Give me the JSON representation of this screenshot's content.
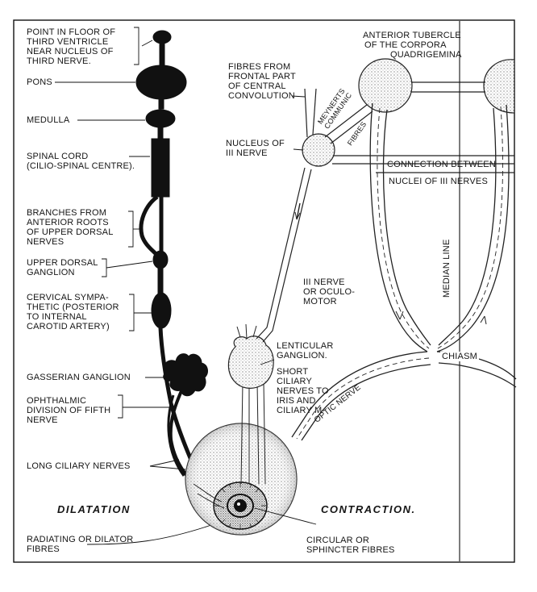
{
  "labels": {
    "point_floor": [
      "POINT IN FLOOR OF",
      "THIRD VENTRICLE",
      "NEAR NUCLEUS OF",
      "THIRD NERVE."
    ],
    "pons": "PONS",
    "medulla": "MEDULLA",
    "spinal_cord": [
      "SPINAL CORD",
      "(CILIO-SPINAL CENTRE)."
    ],
    "branches": [
      "BRANCHES FROM",
      "ANTERIOR ROOTS",
      "OF UPPER DORSAL",
      "NERVES"
    ],
    "upper_dorsal": [
      "UPPER DORSAL",
      "GANGLION"
    ],
    "cervical": [
      "CERVICAL SYMPA-",
      "THETIC (POSTERIOR",
      "TO INTERNAL",
      "CAROTID ARTERY)"
    ],
    "gasserian": "GASSERIAN GANGLION",
    "ophthalmic": [
      "OPHTHALMIC",
      "DIVISION OF FIFTH",
      "NERVE"
    ],
    "long_ciliary": "LONG CILIARY NERVES",
    "dilatation": "DILATATION",
    "contraction": "CONTRACTION.",
    "radiating": [
      "RADIATING OR DILATOR",
      "FIBRES"
    ],
    "circular": [
      "CIRCULAR OR",
      "SPHINCTER FIBRES"
    ],
    "anterior_tubercle": [
      "ANTERIOR TUBERCLE",
      "OF THE CORPORA",
      "QUADRIGEMINA"
    ],
    "fibres_frontal": [
      "FIBRES FROM",
      "FRONTAL PART",
      "OF CENTRAL",
      "CONVOLUTION"
    ],
    "meynerts": [
      "MEYNERTS",
      "COMMUNIC"
    ],
    "fibres": "FIBRES",
    "nucleus_iii": [
      "NUCLEUS OF",
      "III NERVE"
    ],
    "connection": "CONNECTION BETWEEN",
    "nuclei": "NUCLEI OF III NERVES",
    "median_line": "MEDIAN LINE",
    "iii_nerve": [
      "III NERVE",
      "OR OCULO-",
      "MOTOR"
    ],
    "lenticular": [
      "LENTICULAR",
      "GANGLION."
    ],
    "short_ciliary": [
      "SHORT",
      "CILIARY",
      "NERVES TO",
      "IRIS AND",
      "CILIARY M"
    ],
    "optic_nerve": "OPTIC NERVE",
    "chiasm": "CHIASM"
  },
  "colors": {
    "ink": "#111111",
    "paper": "#ffffff",
    "stipple": "#dcdcdc"
  }
}
